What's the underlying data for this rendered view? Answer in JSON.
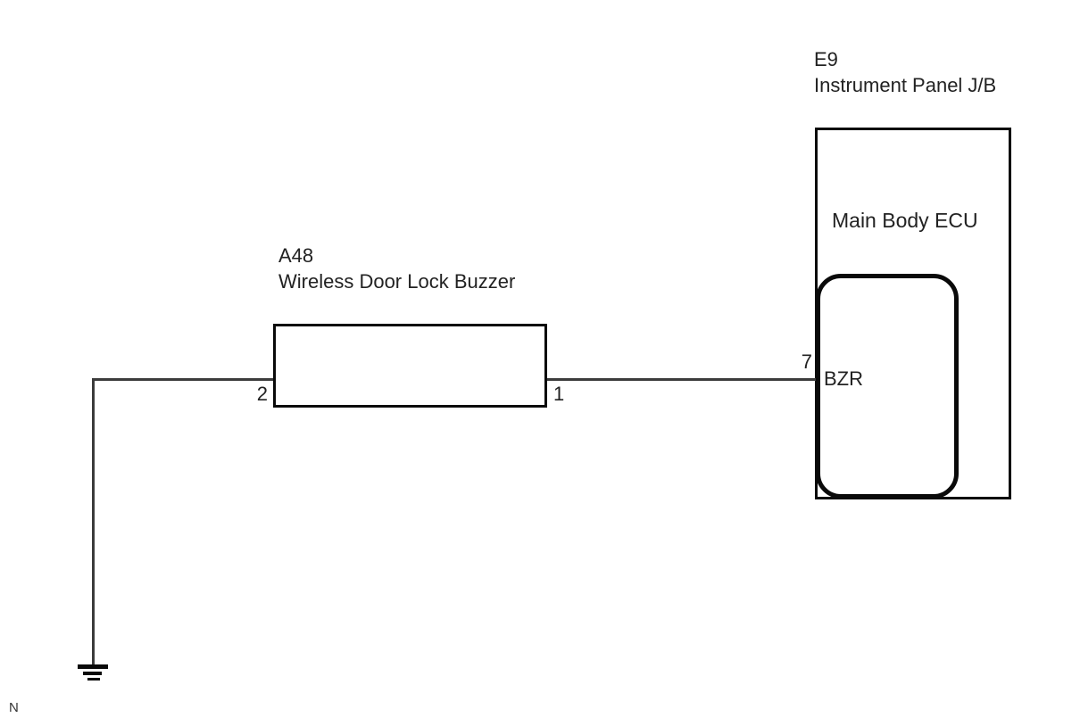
{
  "ecu": {
    "connector_id": "E9",
    "connector_name": "Instrument Panel J/B",
    "module_label": "Main Body ECU",
    "pin_number": "7",
    "pin_label": "BZR"
  },
  "buzzer": {
    "connector_id": "A48",
    "connector_name": "Wireless Door Lock Buzzer",
    "pin_left": "2",
    "pin_right": "1"
  },
  "ground": {
    "icon": "ground-icon"
  },
  "footnote": "N",
  "colors": {
    "background": "#ffffff",
    "line": "#3c3c3c",
    "border": "#0a0a0a",
    "text": "#222222"
  }
}
